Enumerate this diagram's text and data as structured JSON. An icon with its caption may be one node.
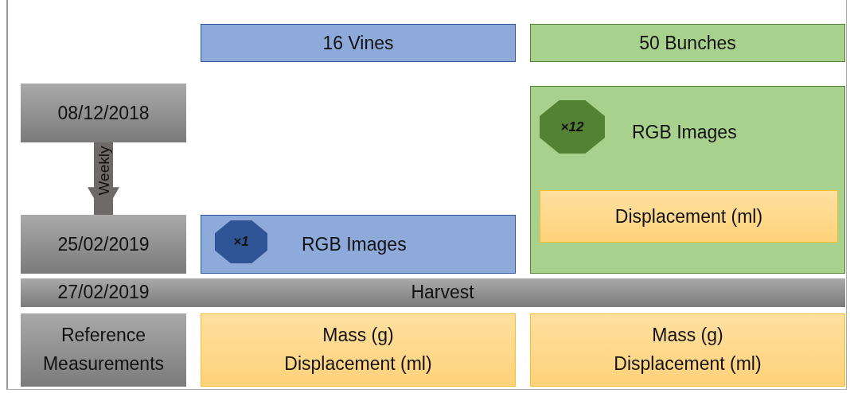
{
  "diagram": {
    "nodes": [
      {
        "text": [
          "16 Vines"
        ]
      },
      {
        "text": [
          "50 Bunches"
        ]
      },
      {
        "text": [
          "08/12/2018"
        ]
      },
      {
        "text": [
          "RGB Images"
        ]
      },
      {
        "text": [
          "×12"
        ],
        "in": 3
      },
      {
        "text": [
          "Displacement (ml)"
        ],
        "in": 3
      },
      {
        "text": [
          "25/02/2019"
        ]
      },
      {
        "text": [
          "RGB Images"
        ]
      },
      {
        "text": [
          "×1"
        ],
        "in": 7
      },
      {
        "text": [
          "27/02/2019",
          "Harvest"
        ]
      },
      {
        "text": [
          "Reference Measurements"
        ]
      },
      {
        "text": [
          "Mass (g)",
          "Displacement (ml)"
        ]
      },
      {
        "text": [
          "Mass (g)",
          "Displacement (ml)"
        ]
      }
    ],
    "edges": [
      {
        "from": 2,
        "to": 6,
        "arrow": "to",
        "label": "Weekly"
      }
    ]
  }
}
